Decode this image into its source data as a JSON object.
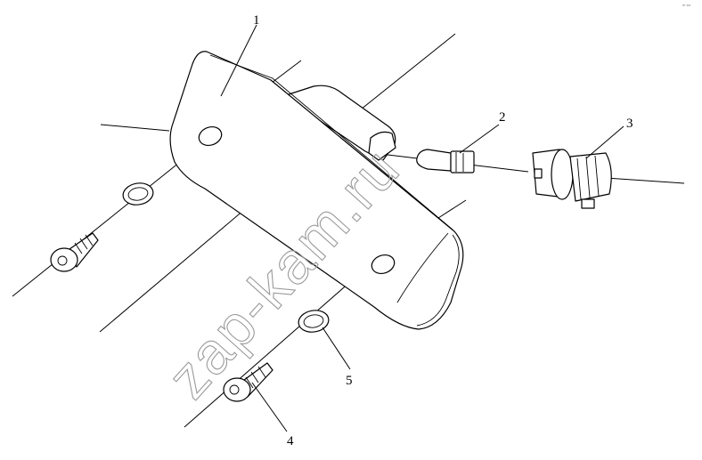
{
  "callouts": {
    "c1": "1",
    "c2": "2",
    "c3": "3",
    "c4": "4",
    "c5": "5"
  },
  "watermark": "zap-kam.ru",
  "corner_mark": "ᵃʰ ᵃᵃᵃ",
  "colors": {
    "line": "#000000",
    "watermark": "#9a9a9a",
    "background": "#ffffff"
  }
}
